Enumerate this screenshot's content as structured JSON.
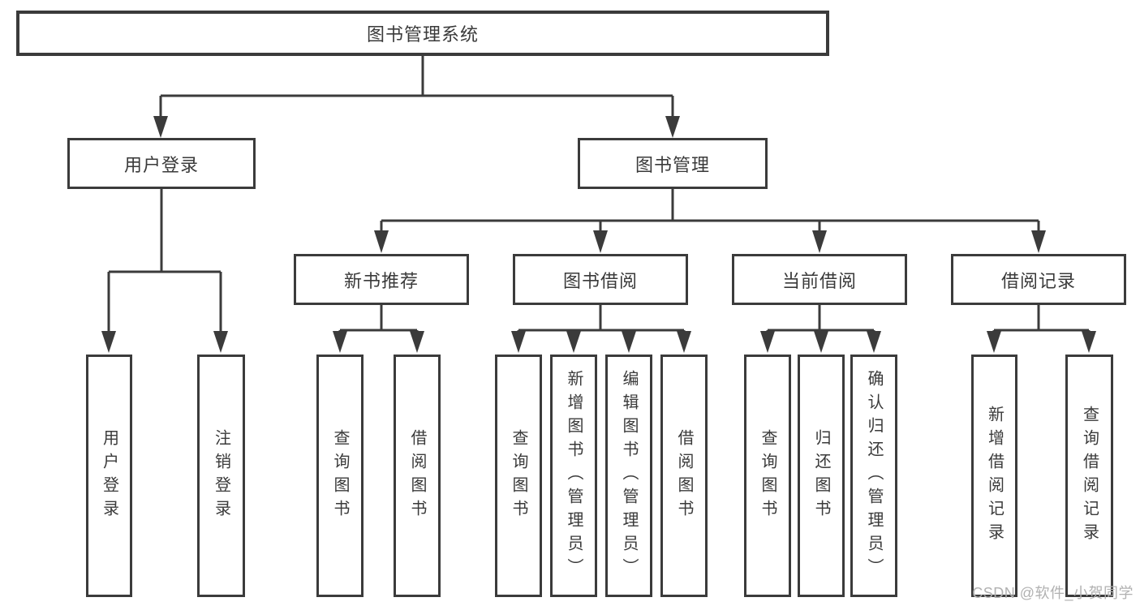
{
  "diagram": {
    "root": {
      "label": "图书管理系统"
    },
    "level2": [
      {
        "label": "用户登录"
      },
      {
        "label": "图书管理"
      }
    ],
    "level3": [
      {
        "label": "新书推荐"
      },
      {
        "label": "图书借阅"
      },
      {
        "label": "当前借阅"
      },
      {
        "label": "借阅记录"
      }
    ],
    "leaves": {
      "user_login": [
        "用户登录",
        "注销登录"
      ],
      "new_book": [
        "查询图书",
        "借阅图书"
      ],
      "book_borrow": [
        "查询图书",
        "新增图书（管理员）",
        "编辑图书（管理员）",
        "借阅图书"
      ],
      "current_borrow": [
        "查询图书",
        "归还图书",
        "确认归还（管理员）"
      ],
      "borrow_records": [
        "新增借阅记录",
        "查询借阅记录"
      ]
    },
    "colors": {
      "line": "#3b3b3b",
      "text": "#3a3a3a",
      "watermark": "#b1b1b1"
    }
  },
  "watermark": {
    "text": "CSDN @软件_小贺同学"
  }
}
